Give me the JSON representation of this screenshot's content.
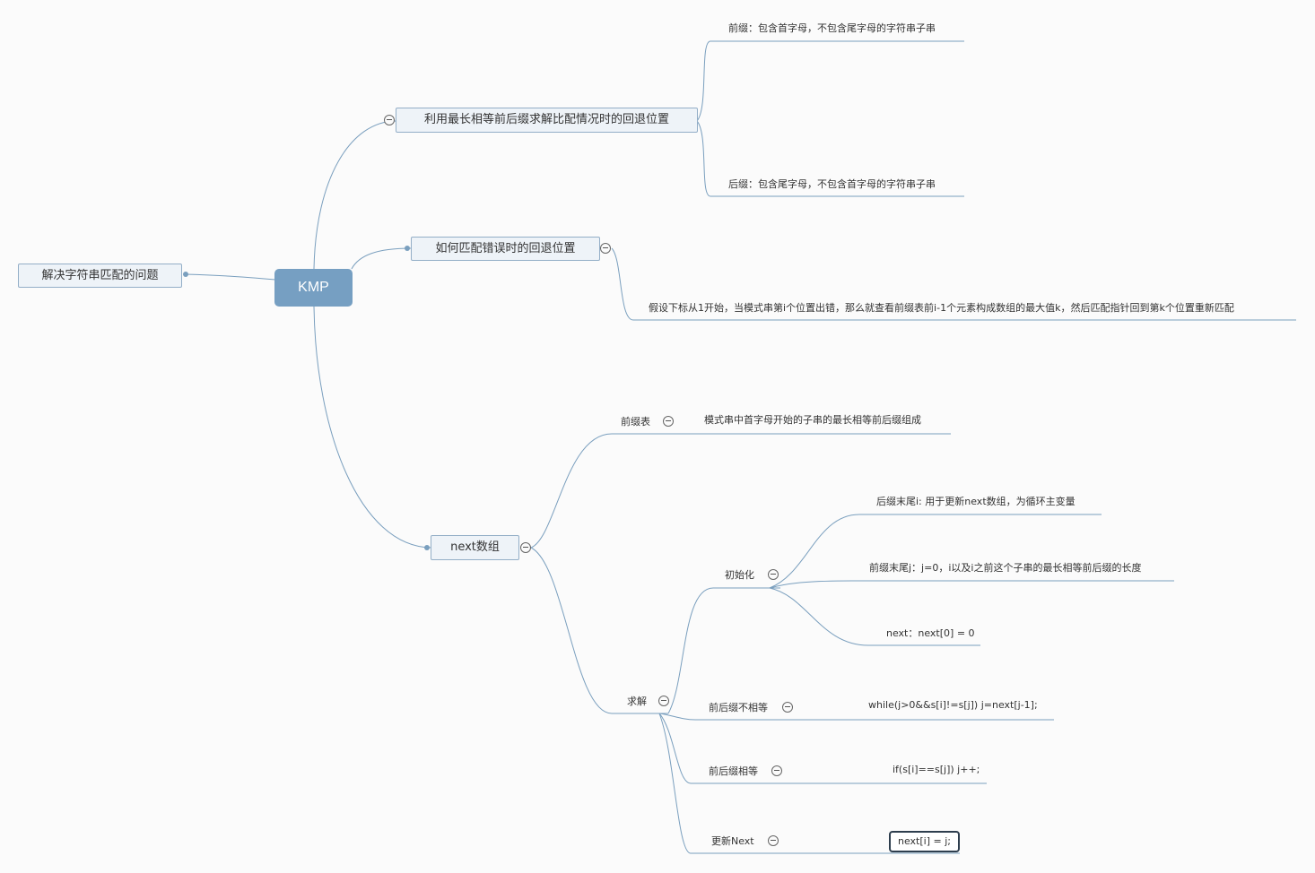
{
  "map": {
    "root": "KMP",
    "purpose": "解决字符串匹配的问题",
    "branch_prefix": {
      "label": "利用最长相等前后缀求解比配情况时的回退位置",
      "prefix_def": "前缀：包含首字母，不包含尾字母的字符串子串",
      "suffix_def": "后缀：包含尾字母，不包含首字母的字符串子串"
    },
    "branch_backtrack": {
      "label": "如何匹配错误时的回退位置",
      "detail": "假设下标从1开始，当模式串第i个位置出错，那么就查看前缀表前i-1个元素构成数组的最大值k，然后匹配指针回到第k个位置重新匹配"
    },
    "branch_next": {
      "label": "next数组",
      "prefix_table": {
        "label": "前缀表",
        "detail": "模式串中首字母开始的子串的最长相等前后缀组成"
      },
      "solve": {
        "label": "求解",
        "init": {
          "label": "初始化",
          "suffix_end": "后缀末尾i: 用于更新next数组，为循环主变量",
          "prefix_end": "前缀末尾j：j=0，i以及i之前这个子串的最长相等前后缀的长度",
          "next_init": "next：next[0] = 0"
        },
        "not_equal": {
          "label": "前后缀不相等",
          "code": "while(j>0&&s[i]!=s[j]) j=next[j-1];"
        },
        "equal": {
          "label": "前后缀相等",
          "code": "if(s[i]==s[j]) j++;"
        },
        "update": {
          "label": "更新Next",
          "code": "next[i] = j;"
        }
      }
    }
  },
  "colors": {
    "root": "#769fc2",
    "box_fill": "#eef3f8",
    "box_border": "#93aec7",
    "line": "#7a9fbe",
    "selected_border": "#2e3e4e"
  }
}
